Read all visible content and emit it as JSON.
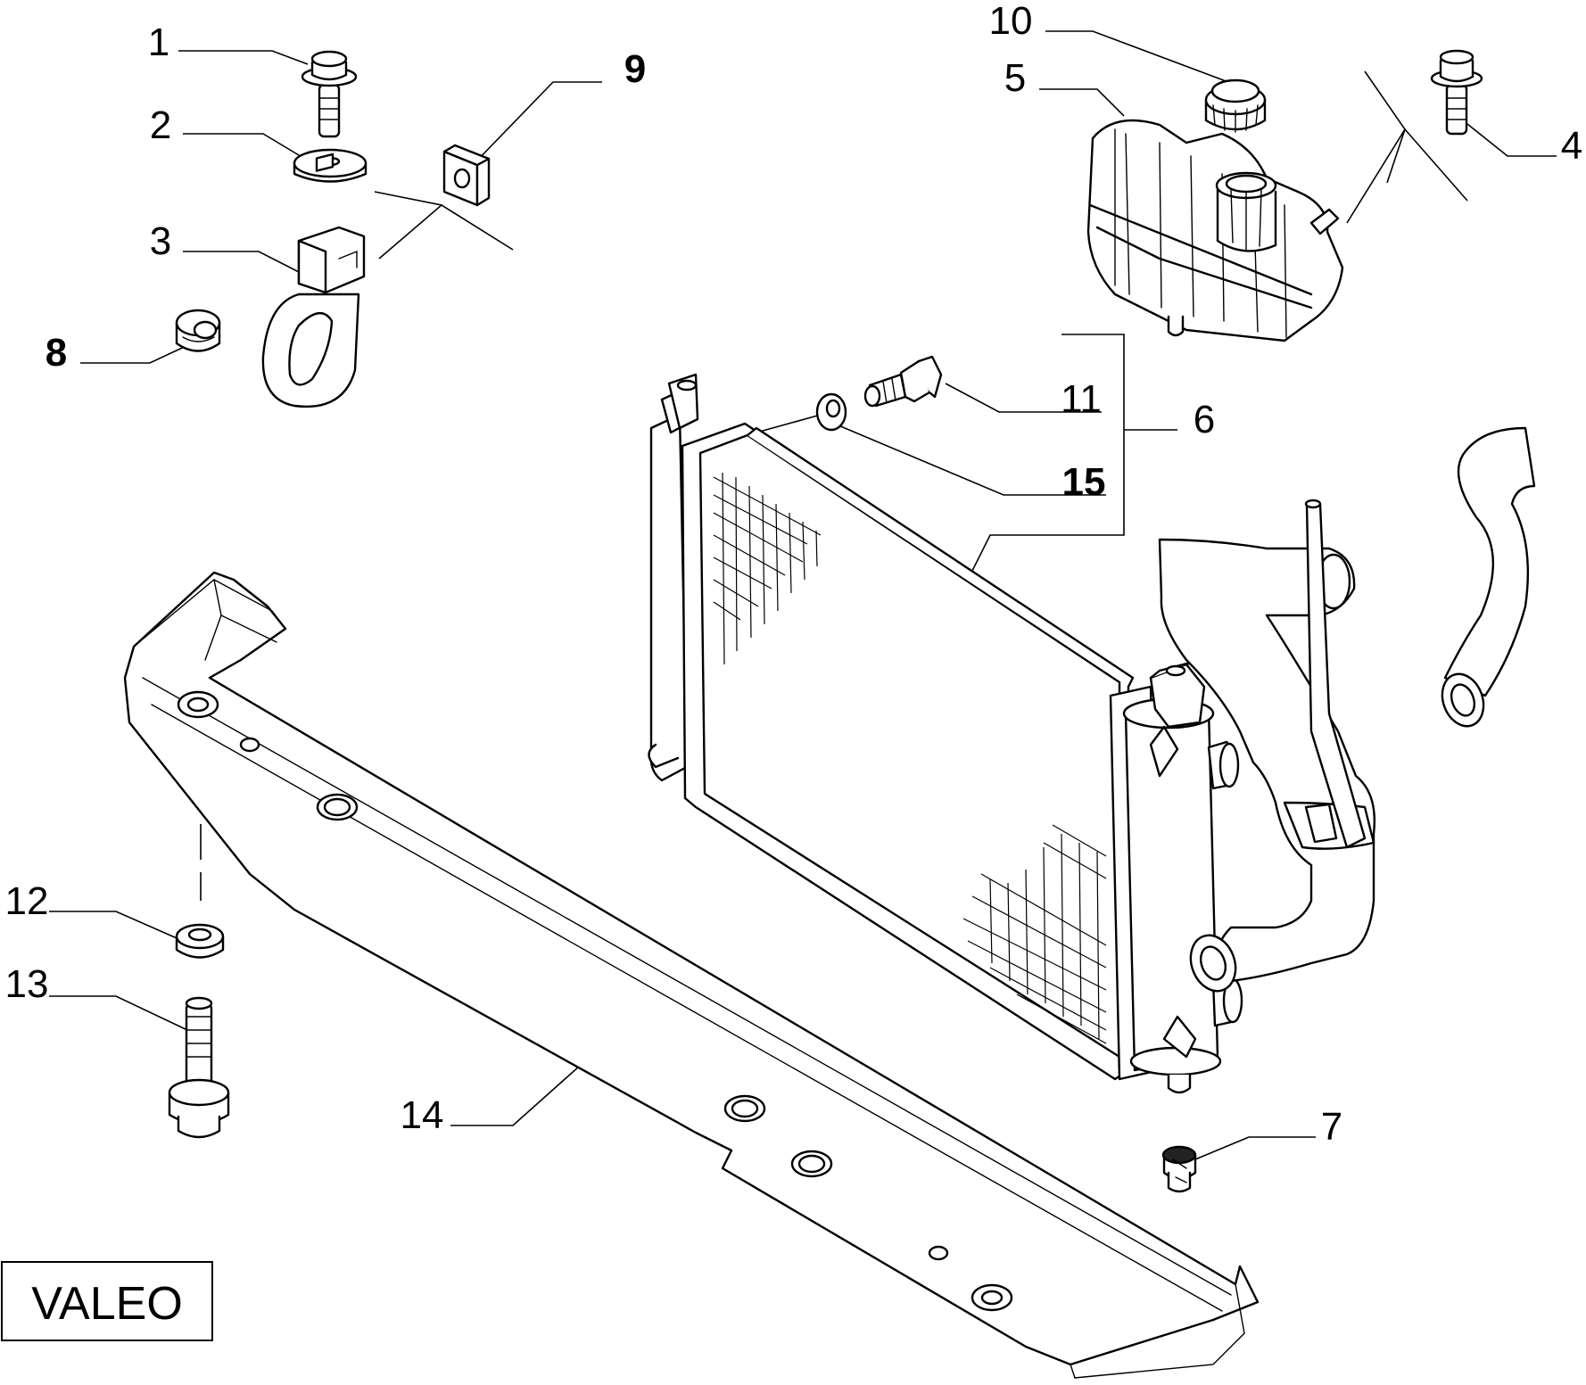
{
  "callouts": [
    {
      "id": "1",
      "bold": false
    },
    {
      "id": "2",
      "bold": false
    },
    {
      "id": "3",
      "bold": false
    },
    {
      "id": "4",
      "bold": false
    },
    {
      "id": "5",
      "bold": false
    },
    {
      "id": "6",
      "bold": false
    },
    {
      "id": "7",
      "bold": false
    },
    {
      "id": "8",
      "bold": true
    },
    {
      "id": "9",
      "bold": true
    },
    {
      "id": "10",
      "bold": false
    },
    {
      "id": "11",
      "bold": false
    },
    {
      "id": "12",
      "bold": false
    },
    {
      "id": "13",
      "bold": false
    },
    {
      "id": "14",
      "bold": false
    },
    {
      "id": "15",
      "bold": true
    }
  ],
  "brand_label": "VALEO"
}
